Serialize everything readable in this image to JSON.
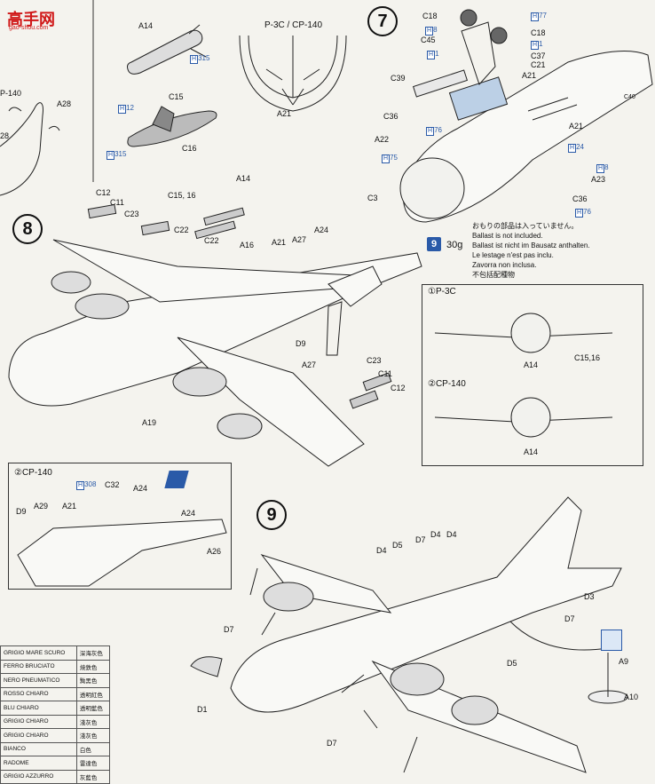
{
  "watermark": {
    "site_cn": "高手网",
    "site_url": "gao-shou.com"
  },
  "steps": {
    "seven": "7",
    "eight": "8",
    "nine": "9"
  },
  "top_labels": {
    "a14": "A14",
    "h315a": "H",
    "h315a_num": "315",
    "p3c_title": "P-3C / CP-140",
    "a21_mid": "A21",
    "cp140_left": "P-140",
    "a28": "A28",
    "n28": "28",
    "c15": "C15",
    "h12": "H",
    "h12_num": "12",
    "c16": "C16",
    "h315b": "H",
    "h315b_num": "315"
  },
  "step7": {
    "c18a": "C18",
    "h77": "H",
    "h77_num": "77",
    "h8a": "H",
    "h8a_num": "8",
    "c18b": "C18",
    "h1a": "H",
    "h1a_num": "1",
    "c45": "C45",
    "h1b": "H",
    "h1b_num": "1",
    "c37": "C37",
    "c21": "C21",
    "c39": "C39",
    "a21a": "A21",
    "c40": "C40",
    "c36a": "C36",
    "h76a": "H",
    "h76a_num": "76",
    "a21b": "A21",
    "a22": "A22",
    "h75": "H",
    "h75_num": "75",
    "h24": "H",
    "h24_num": "24",
    "h8b": "H",
    "h8b_num": "8",
    "a23": "A23",
    "c3": "C3",
    "c36b": "C36",
    "h76b": "H",
    "h76b_num": "76"
  },
  "ballast": {
    "badge": "9",
    "weight": "30g",
    "lines": [
      "おもりの部品は入っていません。",
      "Ballast is not included.",
      "Ballast ist nicht im Bausatz anthalten.",
      "Le lestage n'est pas inclu.",
      "Zavorra non inclusa.",
      "不包括配種物"
    ]
  },
  "step8": {
    "c12": "C12",
    "c11": "C11",
    "c23": "C23",
    "c1516": "C15, 16",
    "a14": "A14",
    "c22a": "C22",
    "c22b": "C22",
    "a16": "A16",
    "a21": "A21",
    "a27a": "A27",
    "a24": "A24",
    "d9": "D9",
    "a27b": "A27",
    "a19": "A19",
    "c23b": "C23",
    "c11b": "C11",
    "c12b": "C12"
  },
  "inset_top": {
    "p3c": "①P-3C",
    "a14a": "A14",
    "c1516": "C15,16",
    "cp140": "②CP-140",
    "a14b": "A14"
  },
  "inset_cp140": {
    "title": "②CP-140",
    "h308": "H",
    "h308_num": "308",
    "c32": "C32",
    "a24a": "A24",
    "d9": "D9",
    "a29": "A29",
    "a21": "A21",
    "a24b": "A24",
    "a26": "A26"
  },
  "step9": {
    "d4a": "D4",
    "d5a": "D5",
    "d7a": "D7",
    "d4b": "D4",
    "d4c": "D4",
    "d3": "D3",
    "d7b": "D7",
    "d7c": "D7",
    "d5b": "D5",
    "a9": "A9",
    "a10": "A10",
    "d1": "D1",
    "d7d": "D7"
  },
  "paint_table": [
    {
      "it": "GRIGIO MARE SCURO",
      "jp": "深海灰色"
    },
    {
      "it": "FERRO BRUCIATO",
      "jp": "焼鉄色"
    },
    {
      "it": "NERO PNEUMATICO",
      "jp": "黝黑色"
    },
    {
      "it": "ROSSO CHIARO",
      "jp": "透明紅色"
    },
    {
      "it": "BLU CHIARO",
      "jp": "透明藍色"
    },
    {
      "it": "GRIGIO CHIARO",
      "jp": "淺灰色"
    },
    {
      "it": "GRIGIO CHIARO",
      "jp": "淺灰色"
    },
    {
      "it": "BIANCO",
      "jp": "白色"
    },
    {
      "it": "RADOME",
      "jp": "雷達色"
    },
    {
      "it": "GRIGIO AZZURRO",
      "jp": "灰藍色"
    }
  ],
  "colors": {
    "accent_blue": "#2a5aa8",
    "ink": "#111111",
    "paper": "#f4f3ee",
    "watermark_red": "#d01818"
  }
}
